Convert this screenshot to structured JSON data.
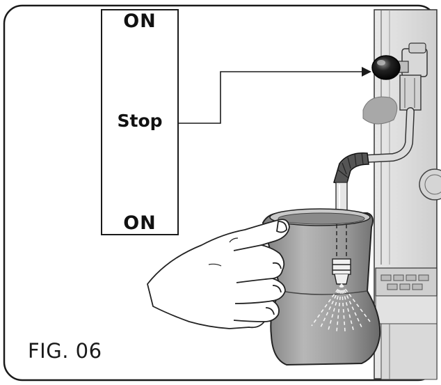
{
  "diagram": {
    "indicator": {
      "top_label": "ON",
      "middle_label": "Stop",
      "bottom_label": "ON"
    },
    "caption": "FIG. 06"
  }
}
